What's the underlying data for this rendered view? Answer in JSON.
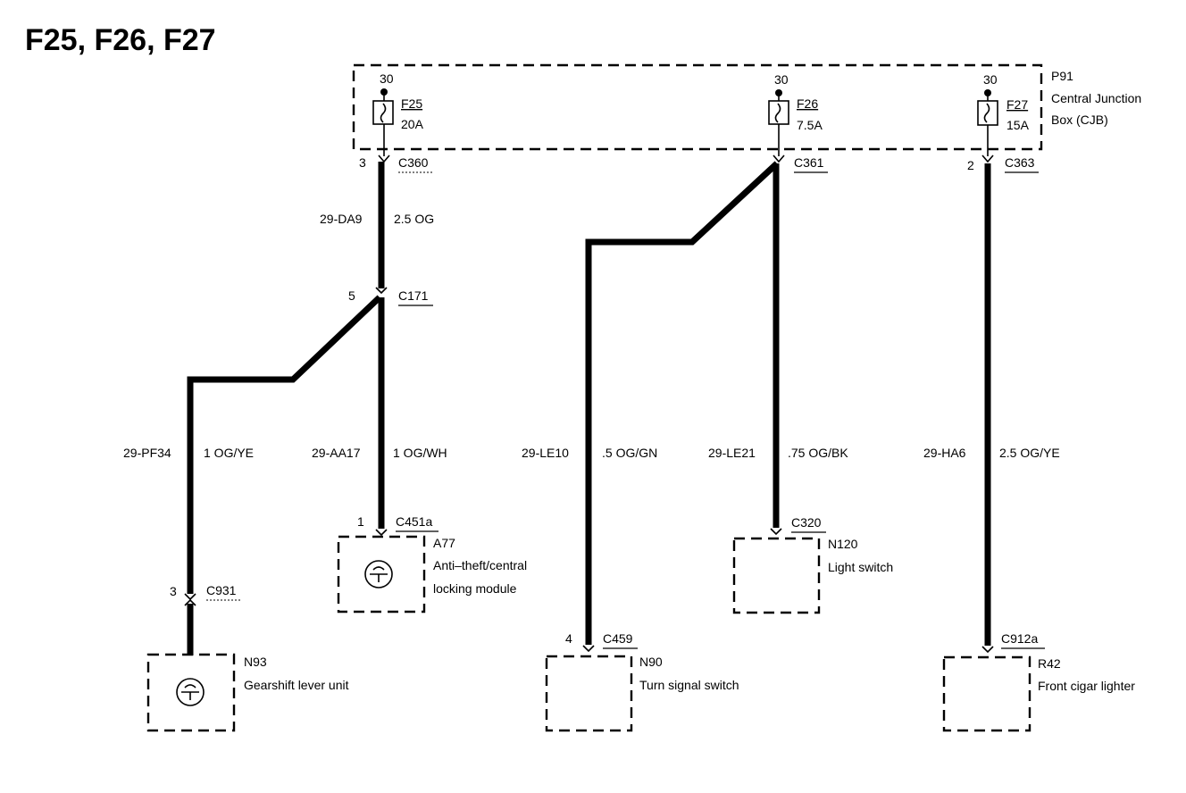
{
  "title": "F25, F26, F27",
  "cjb": {
    "id": "P91",
    "name_line1": "Central Junction",
    "name_line2": "Box (CJB)"
  },
  "fuses": [
    {
      "terminal": "30",
      "name": "F25",
      "rating": "20A"
    },
    {
      "terminal": "30",
      "name": "F26",
      "rating": "7.5A"
    },
    {
      "terminal": "30",
      "name": "F27",
      "rating": "15A"
    }
  ],
  "connectors": {
    "c360": {
      "pin": "3",
      "name": "C360"
    },
    "c361": {
      "pin": "",
      "name": "C361"
    },
    "c363": {
      "pin": "2",
      "name": "C363"
    },
    "c171": {
      "pin": "5",
      "name": "C171"
    },
    "c451a": {
      "pin": "1",
      "name": "C451a"
    },
    "c931": {
      "pin": "3",
      "name": "C931"
    },
    "c459": {
      "pin": "4",
      "name": "C459"
    },
    "c320": {
      "pin": "",
      "name": "C320"
    },
    "c912a": {
      "pin": "",
      "name": "C912a"
    }
  },
  "wires": {
    "da9": {
      "circuit": "29-DA9",
      "spec": "2.5 OG"
    },
    "pf34": {
      "circuit": "29-PF34",
      "spec": "1 OG/YE"
    },
    "aa17": {
      "circuit": "29-AA17",
      "spec": "1 OG/WH"
    },
    "le10": {
      "circuit": "29-LE10",
      "spec": ".5 OG/GN"
    },
    "le21": {
      "circuit": "29-LE21",
      "spec": ".75 OG/BK"
    },
    "ha6": {
      "circuit": "29-HA6",
      "spec": "2.5 OG/YE"
    }
  },
  "components": {
    "a77": {
      "id": "A77",
      "line1": "Anti–theft/central",
      "line2": "locking module"
    },
    "n120": {
      "id": "N120",
      "line1": "Light switch"
    },
    "n93": {
      "id": "N93",
      "line1": "Gearshift lever unit"
    },
    "n90": {
      "id": "N90",
      "line1": "Turn signal switch"
    },
    "r42": {
      "id": "R42",
      "line1": "Front cigar lighter"
    }
  }
}
